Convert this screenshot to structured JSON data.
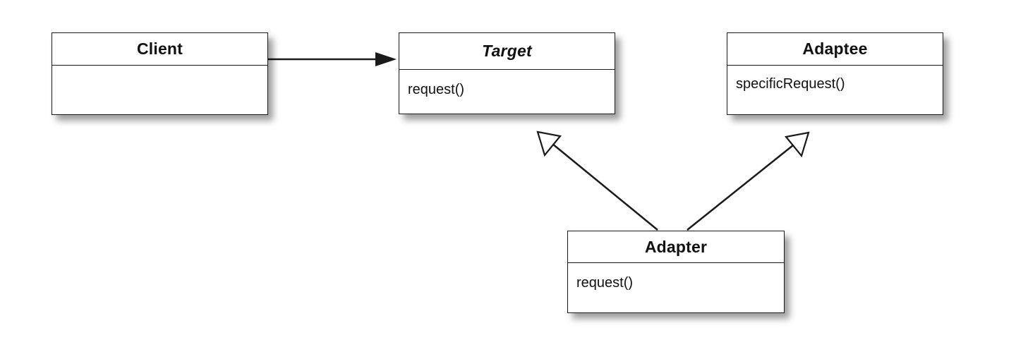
{
  "diagram": {
    "classes": {
      "client": {
        "name": "Client",
        "abstract": false,
        "methods": []
      },
      "target": {
        "name": "Target",
        "abstract": true,
        "methods": [
          "request()"
        ]
      },
      "adaptee": {
        "name": "Adaptee",
        "abstract": false,
        "methods": [
          "specificRequest()"
        ]
      },
      "adapter": {
        "name": "Adapter",
        "abstract": false,
        "methods": [
          "request()"
        ]
      }
    },
    "relations": [
      {
        "from": "client",
        "to": "target",
        "kind": "association",
        "arrowhead": "filled"
      },
      {
        "from": "adapter",
        "to": "target",
        "kind": "generalization",
        "arrowhead": "hollow-triangle"
      },
      {
        "from": "adapter",
        "to": "adaptee",
        "kind": "generalization",
        "arrowhead": "hollow-triangle"
      }
    ],
    "colors": {
      "line": "#1a1a1a",
      "box_fill": "#ffffff",
      "background": "#ffffff"
    }
  }
}
